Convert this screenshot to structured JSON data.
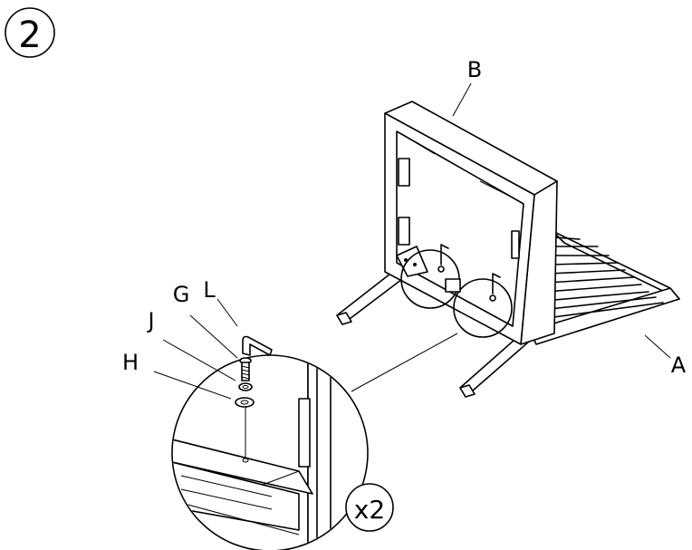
{
  "step": {
    "number": "2"
  },
  "labels": {
    "A": "A",
    "B": "B",
    "G": "G",
    "H": "H",
    "J": "J",
    "L": "L"
  },
  "detail": {
    "quantity": "x2"
  }
}
